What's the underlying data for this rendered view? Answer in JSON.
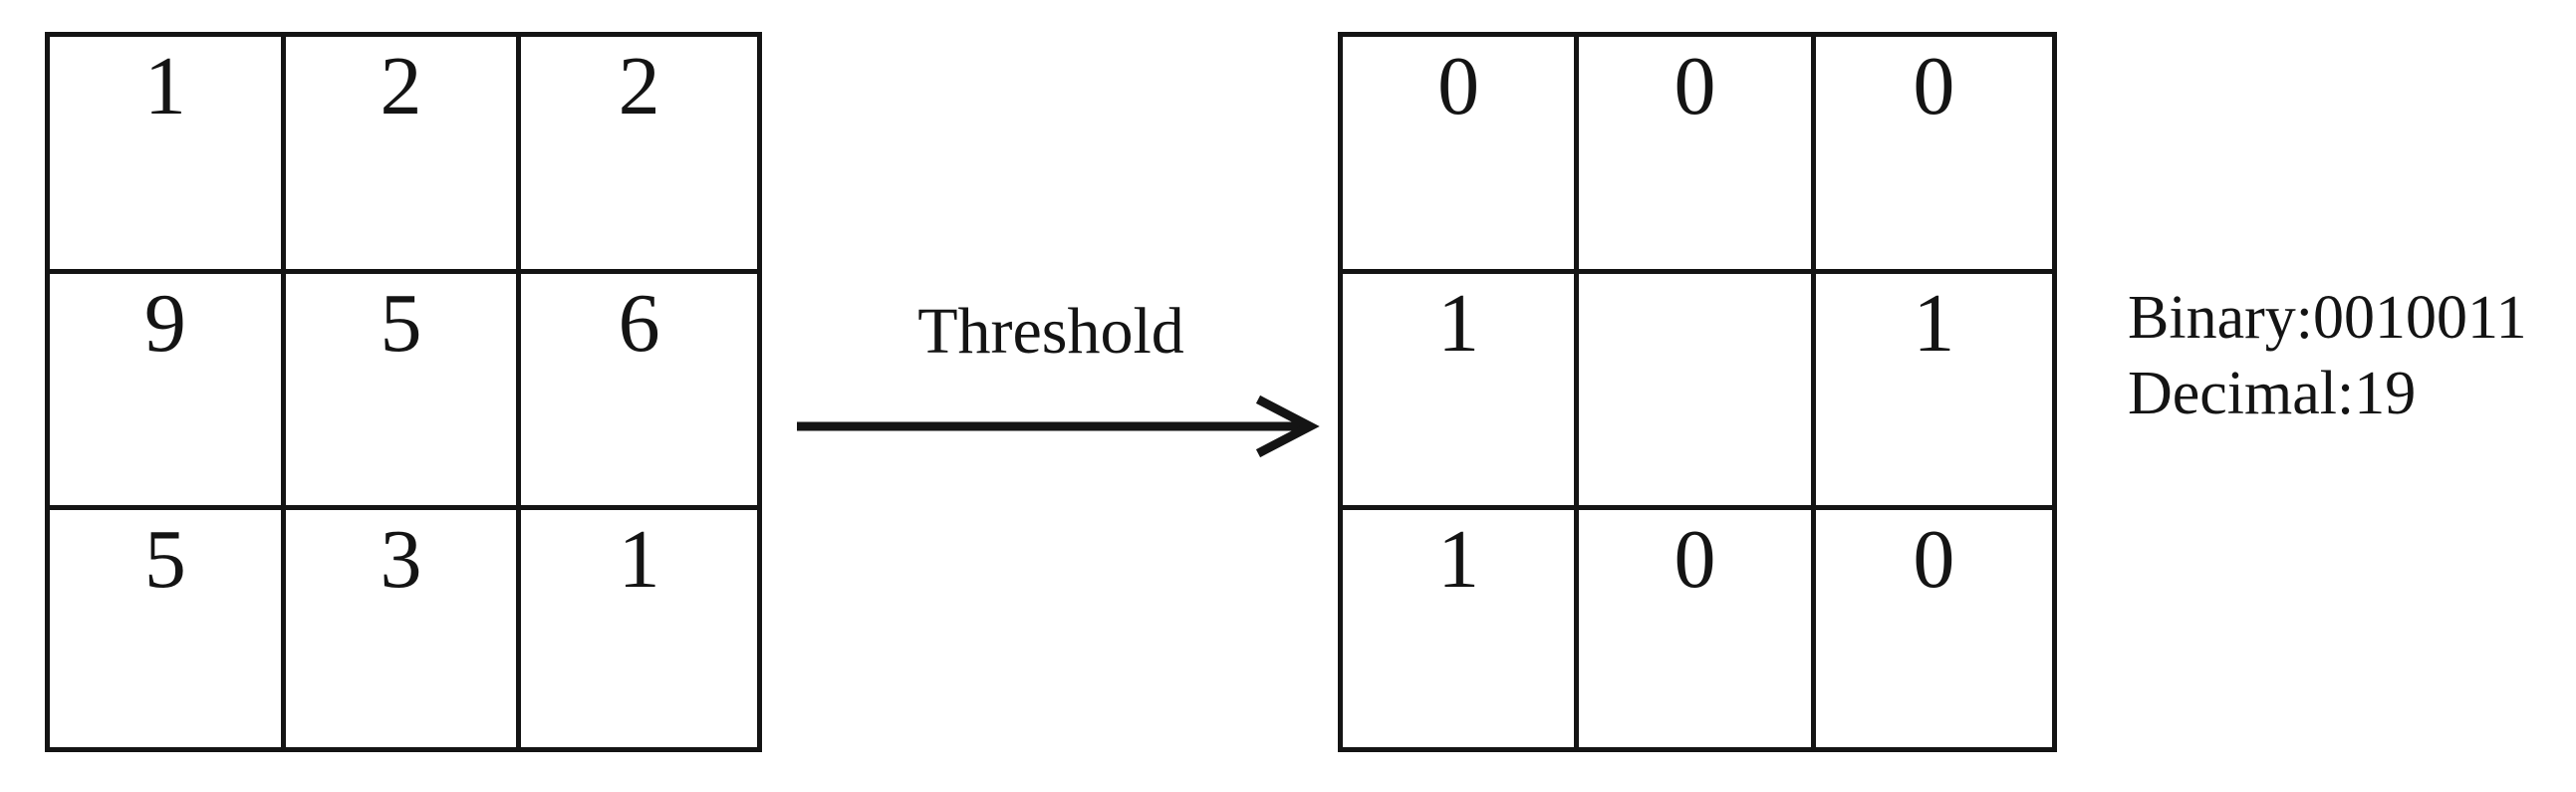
{
  "figure": {
    "type": "lbp-threshold-diagram",
    "background_color": "#ffffff",
    "line_color": "#141414"
  },
  "source_grid": {
    "title": "source-intensity-grid",
    "rows": [
      [
        "1",
        "2",
        "2"
      ],
      [
        "9",
        "5",
        "6"
      ],
      [
        "5",
        "3",
        "1"
      ]
    ]
  },
  "operation": {
    "label": "Threshold",
    "arrow": "right-arrow"
  },
  "binary_grid": {
    "title": "thresholded-binary-grid",
    "rows": [
      [
        "0",
        "0",
        "0"
      ],
      [
        "1",
        "",
        "1"
      ],
      [
        "1",
        "0",
        "0"
      ]
    ]
  },
  "readout": {
    "binary_line": "Binary:0010011",
    "decimal_line": "Decimal:19"
  },
  "chart_data": {
    "type": "table",
    "title": "Threshold",
    "series": [
      {
        "name": "source-intensity-grid",
        "values": [
          [
            1,
            2,
            2
          ],
          [
            9,
            5,
            6
          ],
          [
            5,
            3,
            1
          ]
        ]
      },
      {
        "name": "thresholded-binary-grid",
        "values": [
          [
            0,
            0,
            0
          ],
          [
            1,
            null,
            1
          ],
          [
            1,
            0,
            0
          ]
        ]
      }
    ],
    "annotations": [
      "Binary:0010011",
      "Decimal:19"
    ],
    "center_value": 5,
    "grid": true,
    "legend": "none"
  }
}
